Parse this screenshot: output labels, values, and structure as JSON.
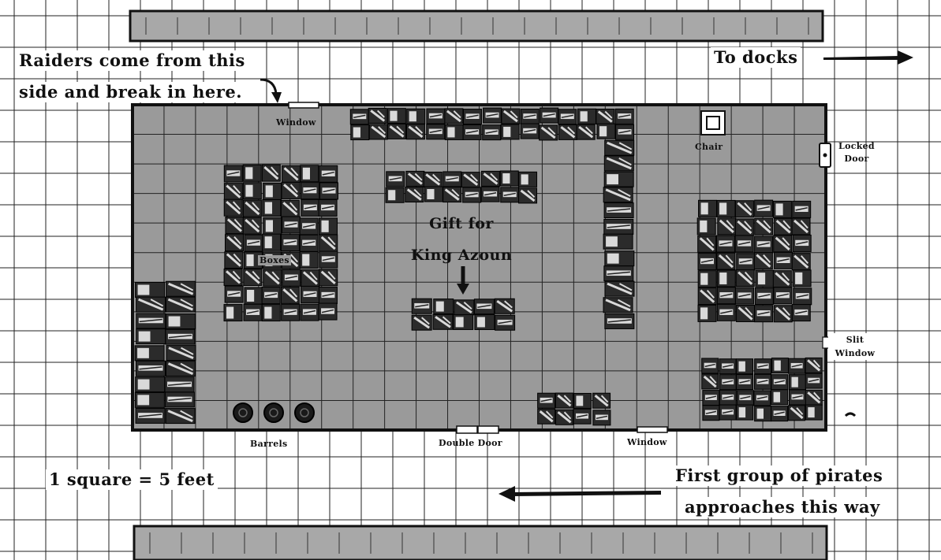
{
  "notes": {
    "raiders_line1": "Raiders come from this",
    "raiders_line2": "side and break in here.",
    "to_docks": "To docks",
    "scale": "1 square  =   5 feet",
    "pirates_line1": "First group of pirates",
    "pirates_line2": "approaches this way"
  },
  "labels": {
    "window_top": "Window",
    "chair": "Chair",
    "locked_door": [
      "Locked",
      "Door"
    ],
    "boxes": "Boxes",
    "gift": [
      "Gift for",
      "King Azoun"
    ],
    "slit_window": [
      "Slit",
      "Window"
    ],
    "barrels": "Barrels",
    "double_door": "Double Door",
    "window_bottom": "Window"
  },
  "colors": {
    "floor": "#9a9a9a",
    "outer_road": "#a8a8a8",
    "grid_line": "#222222",
    "wall": "#111111",
    "crate_dark": "#2b2b2b",
    "crate_light": "#d9d9d9"
  }
}
